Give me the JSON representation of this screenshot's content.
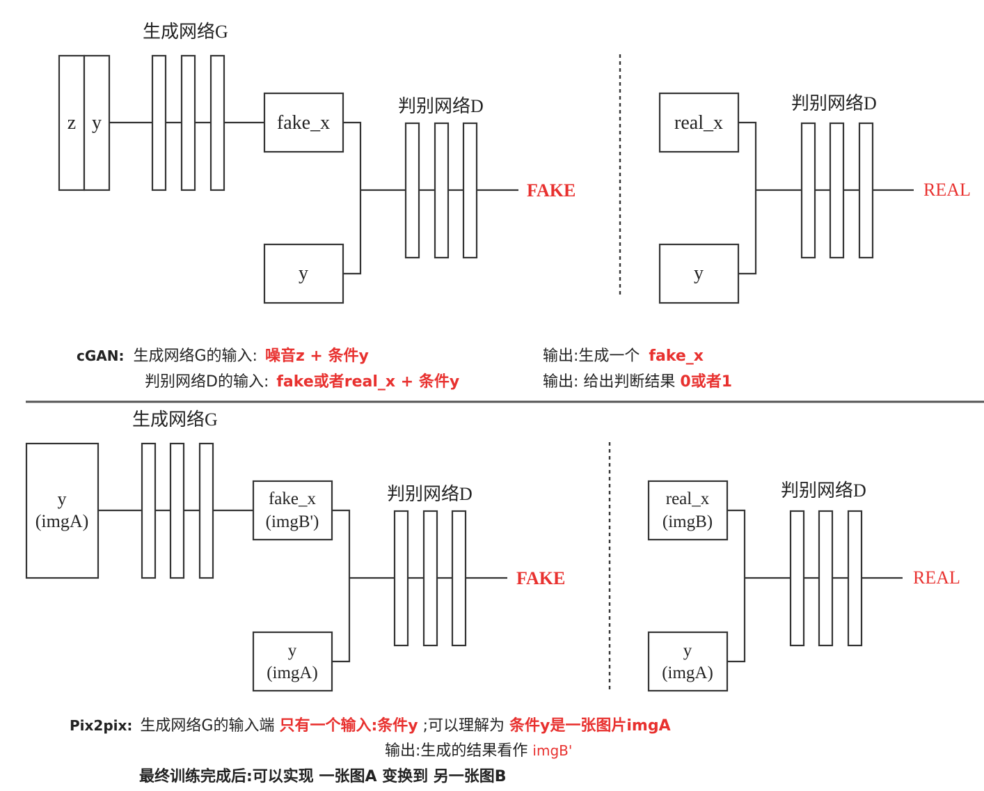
{
  "colors": {
    "accent_red": "#e8312f",
    "ink": "#222222",
    "line": "#333333"
  },
  "top": {
    "generator_title": "生成网络G",
    "input_z": "z",
    "input_y": "y",
    "fake_box": "fake_x",
    "cond_box": "y",
    "disc_title_fake": "判别网络D",
    "fake_output": "FAKE",
    "real_box": "real_x",
    "real_cond_box": "y",
    "disc_title_real": "判别网络D",
    "real_output": "REAL"
  },
  "cgan_caption": {
    "prefix": "cGAN:",
    "g_input_label": "生成网络G的输入:",
    "g_input_value": "噪音z + 条件y",
    "g_output_label": "输出:生成一个",
    "g_output_value": "fake_x",
    "d_input_label": "判别网络D的输入:",
    "d_input_value": "fake或者real_x + 条件y",
    "d_output_label": "输出: 给出判断结果",
    "d_output_value": "0或者1"
  },
  "bottom": {
    "generator_title": "生成网络G",
    "input_line1": "y",
    "input_line2": "(imgA)",
    "fake_line1": "fake_x",
    "fake_line2": "(imgB')",
    "cond_line1": "y",
    "cond_line2": "(imgA)",
    "disc_title_fake": "判别网络D",
    "fake_output": "FAKE",
    "real_line1": "real_x",
    "real_line2": "(imgB)",
    "real_cond_line1": "y",
    "real_cond_line2": "(imgA)",
    "disc_title_real": "判别网络D",
    "real_output": "REAL"
  },
  "pix2pix_caption": {
    "prefix": "Pix2pix:",
    "part1": "生成网络G的输入端",
    "part2": "只有一个输入:条件y",
    "part3": ";可以理解为",
    "part4": "条件y是一张图片imgA",
    "output_label": "输出:生成的结果看作",
    "output_value": "imgB'",
    "final": "最终训练完成后:可以实现 一张图A 变换到 另一张图B"
  }
}
